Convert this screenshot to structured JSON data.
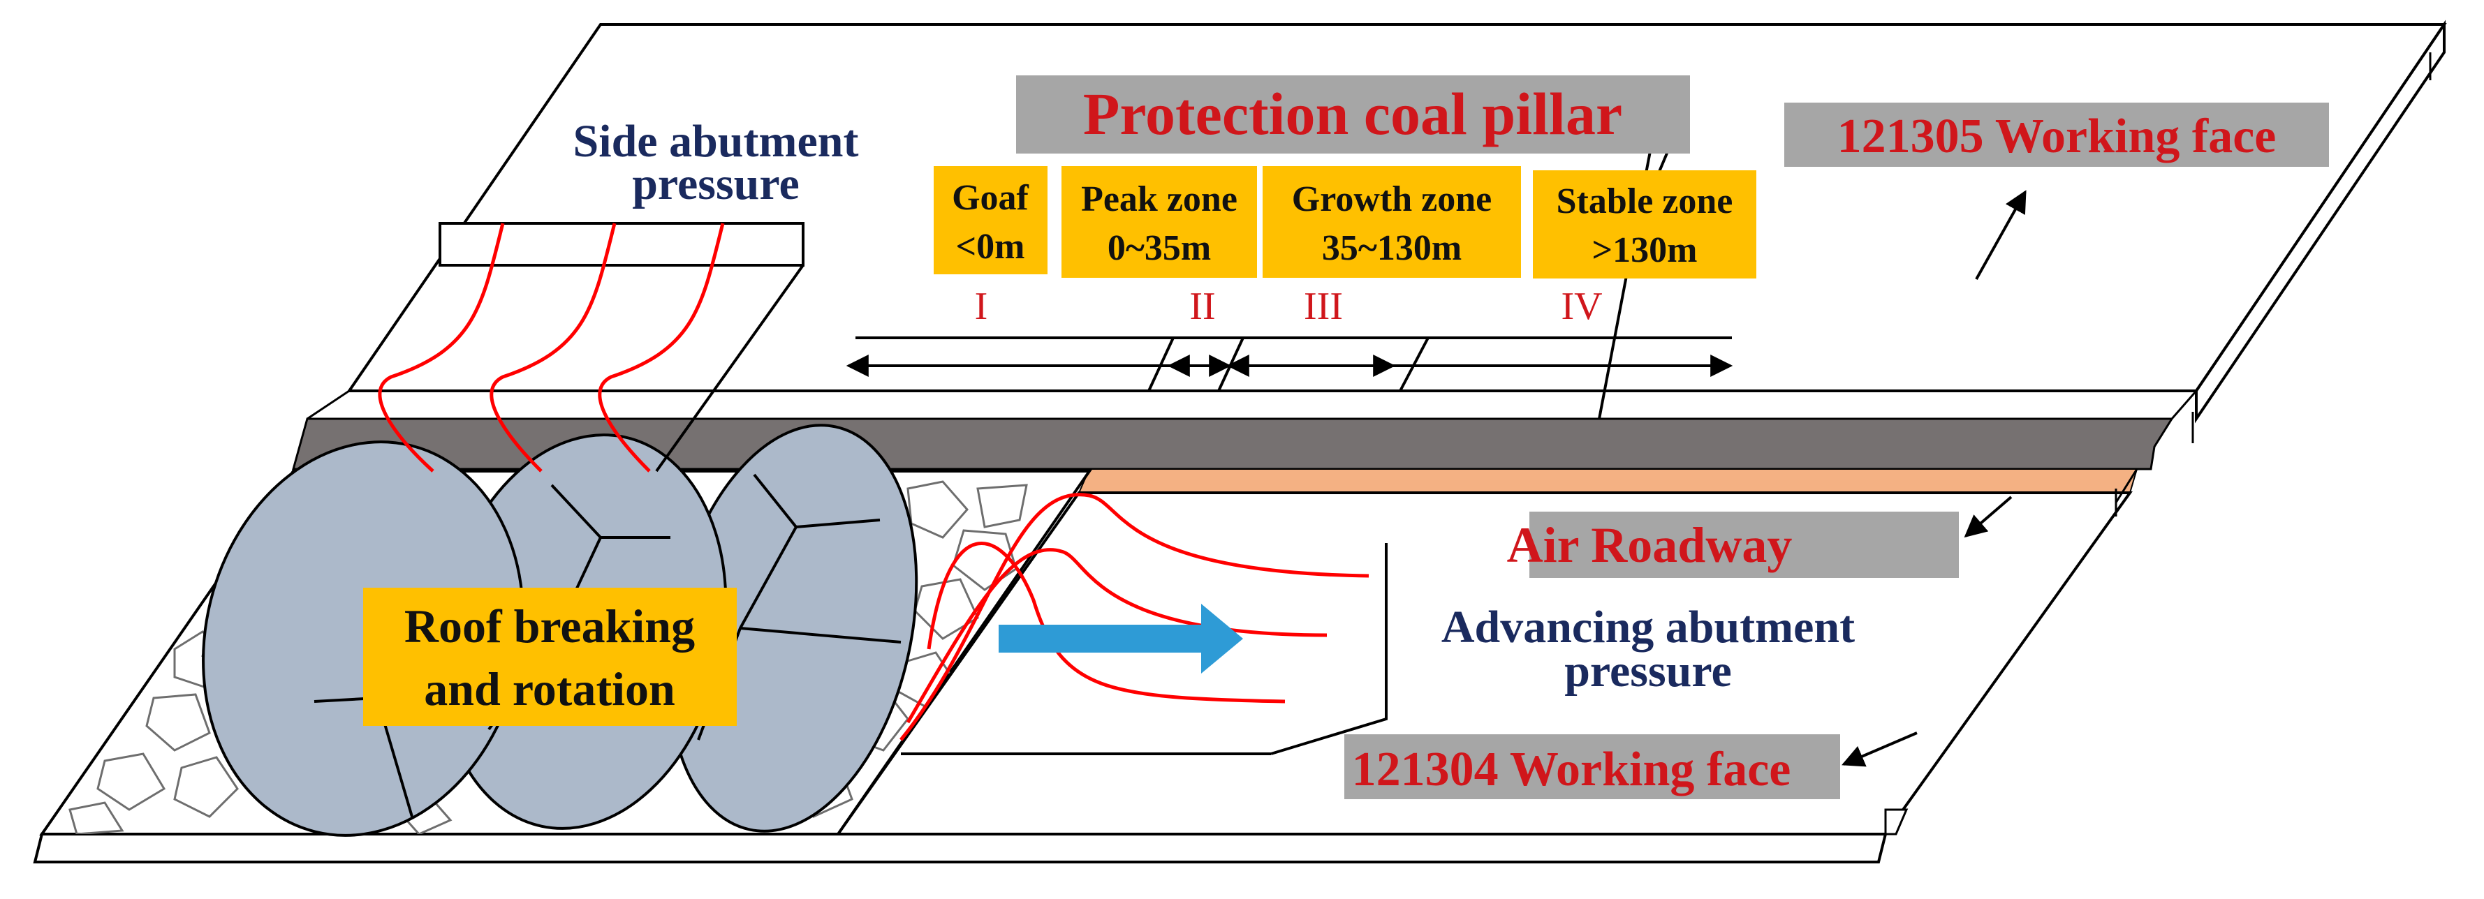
{
  "title": "Protection coal pillar",
  "side_pressure_label": [
    "Side abutment",
    "pressure"
  ],
  "advancing_pressure_label": [
    "Advancing abutment",
    "pressure"
  ],
  "roof_label": [
    "Roof breaking",
    "and rotation"
  ],
  "working_face_upper": "121305 Working face",
  "working_face_lower": "121304 Working face",
  "air_roadway": "Air  Roadway",
  "zones": [
    {
      "name": "Goaf",
      "range": "<0m",
      "roman": "I"
    },
    {
      "name": "Peak zone",
      "range": "0~35m",
      "roman": "II"
    },
    {
      "name": "Growth zone",
      "range": "35~130m",
      "roman": "III"
    },
    {
      "name": "Stable zone",
      "range": ">130m",
      "roman": "IV"
    }
  ],
  "colors": {
    "label_bg_gray": "#a6a6a6",
    "zone_bg": "#ffc000",
    "text_red": "#d0161b",
    "text_navy": "#1a2a5e",
    "pillar": "#767171",
    "roadway": "#f4b183",
    "rock": "#acb9ca",
    "pressure_curve": "#ff0000",
    "advance_arrow": "#2e9bd6"
  }
}
